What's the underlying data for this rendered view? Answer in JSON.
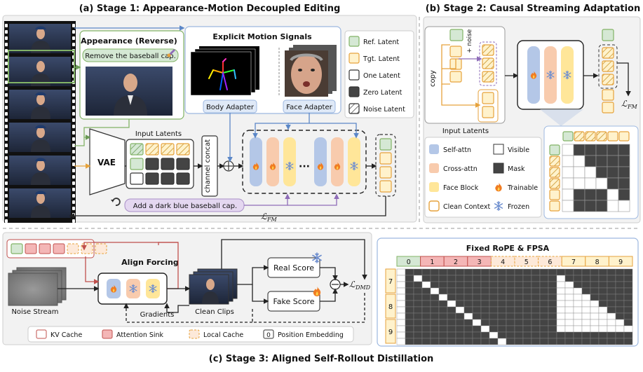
{
  "stage1": {
    "title": "(a) Stage 1: Appearance-Motion Decoupled Editing",
    "appearance_title": "Appearance (Reverse)",
    "appearance_prompt": "Remove the baseball cap.",
    "motion_title": "Explicit Motion Signals",
    "body_adapter": "Body Adapter",
    "face_adapter": "Face Adapter",
    "vae": "VAE",
    "input_latents": "Input Latents",
    "channel_concat": "channel concat",
    "edit_prompt": "Add a dark blue baseball cap.",
    "loss": "ℒ",
    "loss_sub": "FM",
    "ellipsis": "···"
  },
  "legend1": [
    {
      "label": "Ref. Latent",
      "fill": "#d5e8d4",
      "stroke": "#82b366"
    },
    {
      "label": "Tgt. Latent",
      "fill": "#fff2cc",
      "stroke": "#e6a23c"
    },
    {
      "label": "One Latent",
      "fill": "#ffffff",
      "stroke": "#333333"
    },
    {
      "label": "Zero Latent",
      "fill": "#444444",
      "stroke": "#333333"
    },
    {
      "label": "Noise Latent",
      "fill": "hatch",
      "stroke": "#333333"
    }
  ],
  "stage2": {
    "title": "(b) Stage 2: Causal Streaming Adaptation",
    "copy": "copy",
    "noise": "+ noise",
    "input_latents": "Input Latents",
    "loss": "ℒ",
    "loss_sub": "FM"
  },
  "legend2": [
    {
      "label": "Self-attn",
      "kind": "self"
    },
    {
      "label": "Visible",
      "kind": "visible"
    },
    {
      "label": "Cross-attn",
      "kind": "cross"
    },
    {
      "label": "Mask",
      "kind": "mask"
    },
    {
      "label": "Face Block",
      "kind": "face"
    },
    {
      "label": "Trainable",
      "kind": "flame"
    },
    {
      "label": "Clean Context",
      "kind": "context"
    },
    {
      "label": "Frozen",
      "kind": "snow"
    }
  ],
  "stage3": {
    "title": "(c) Stage 3: Aligned Self-Rollout Distillation",
    "align_forcing": "Align Forcing",
    "noise_stream": "Noise Stream",
    "gradients": "Gradients",
    "clean_clips": "Clean Clips",
    "real_score": "Real Score",
    "fake_score": "Fake Score",
    "loss": "ℒ",
    "loss_sub": "DMD",
    "legend": {
      "kv_cache": "KV Cache",
      "attention_sink": "Attention Sink",
      "local_cache": "Local Cache",
      "position_embedding": "Position Embedding",
      "position_example": "0"
    }
  },
  "rope": {
    "title": "Fixed RoPE & FPSA",
    "positions": [
      "0",
      "1",
      "2",
      "3",
      "4",
      "5",
      "6",
      "7",
      "8",
      "9"
    ],
    "position_kinds": [
      "ref",
      "sink",
      "sink",
      "sink",
      "local",
      "local",
      "local",
      "cur",
      "cur",
      "cur"
    ],
    "row_labels": [
      "7",
      "8",
      "9"
    ],
    "mask_rows": [
      "0111111111111111111111111111",
      "0101111111111111111011111111",
      "0110111111111111111001111111",
      "0111011111111111111000111111",
      "0111101111111111111000011111",
      "0111110111111111111000001111",
      "0111111011111111111000000111",
      "0111111101111111111000000011",
      "0111111110111111111000000001",
      "0111111111011111111000000000",
      "0111111111101111111111111111",
      "0111111111110111111111111111"
    ]
  },
  "colors": {
    "panel_bg": "#f2f2f2",
    "blue_border": "#9db8e0",
    "green": "#82b366",
    "orange": "#e6a23c",
    "purple": "#a98fc7",
    "self_attn": "#b4c7e7",
    "cross_attn": "#f8cbad",
    "face_block": "#ffe699",
    "sink": "#f4b6b6",
    "mask": "#444444"
  }
}
